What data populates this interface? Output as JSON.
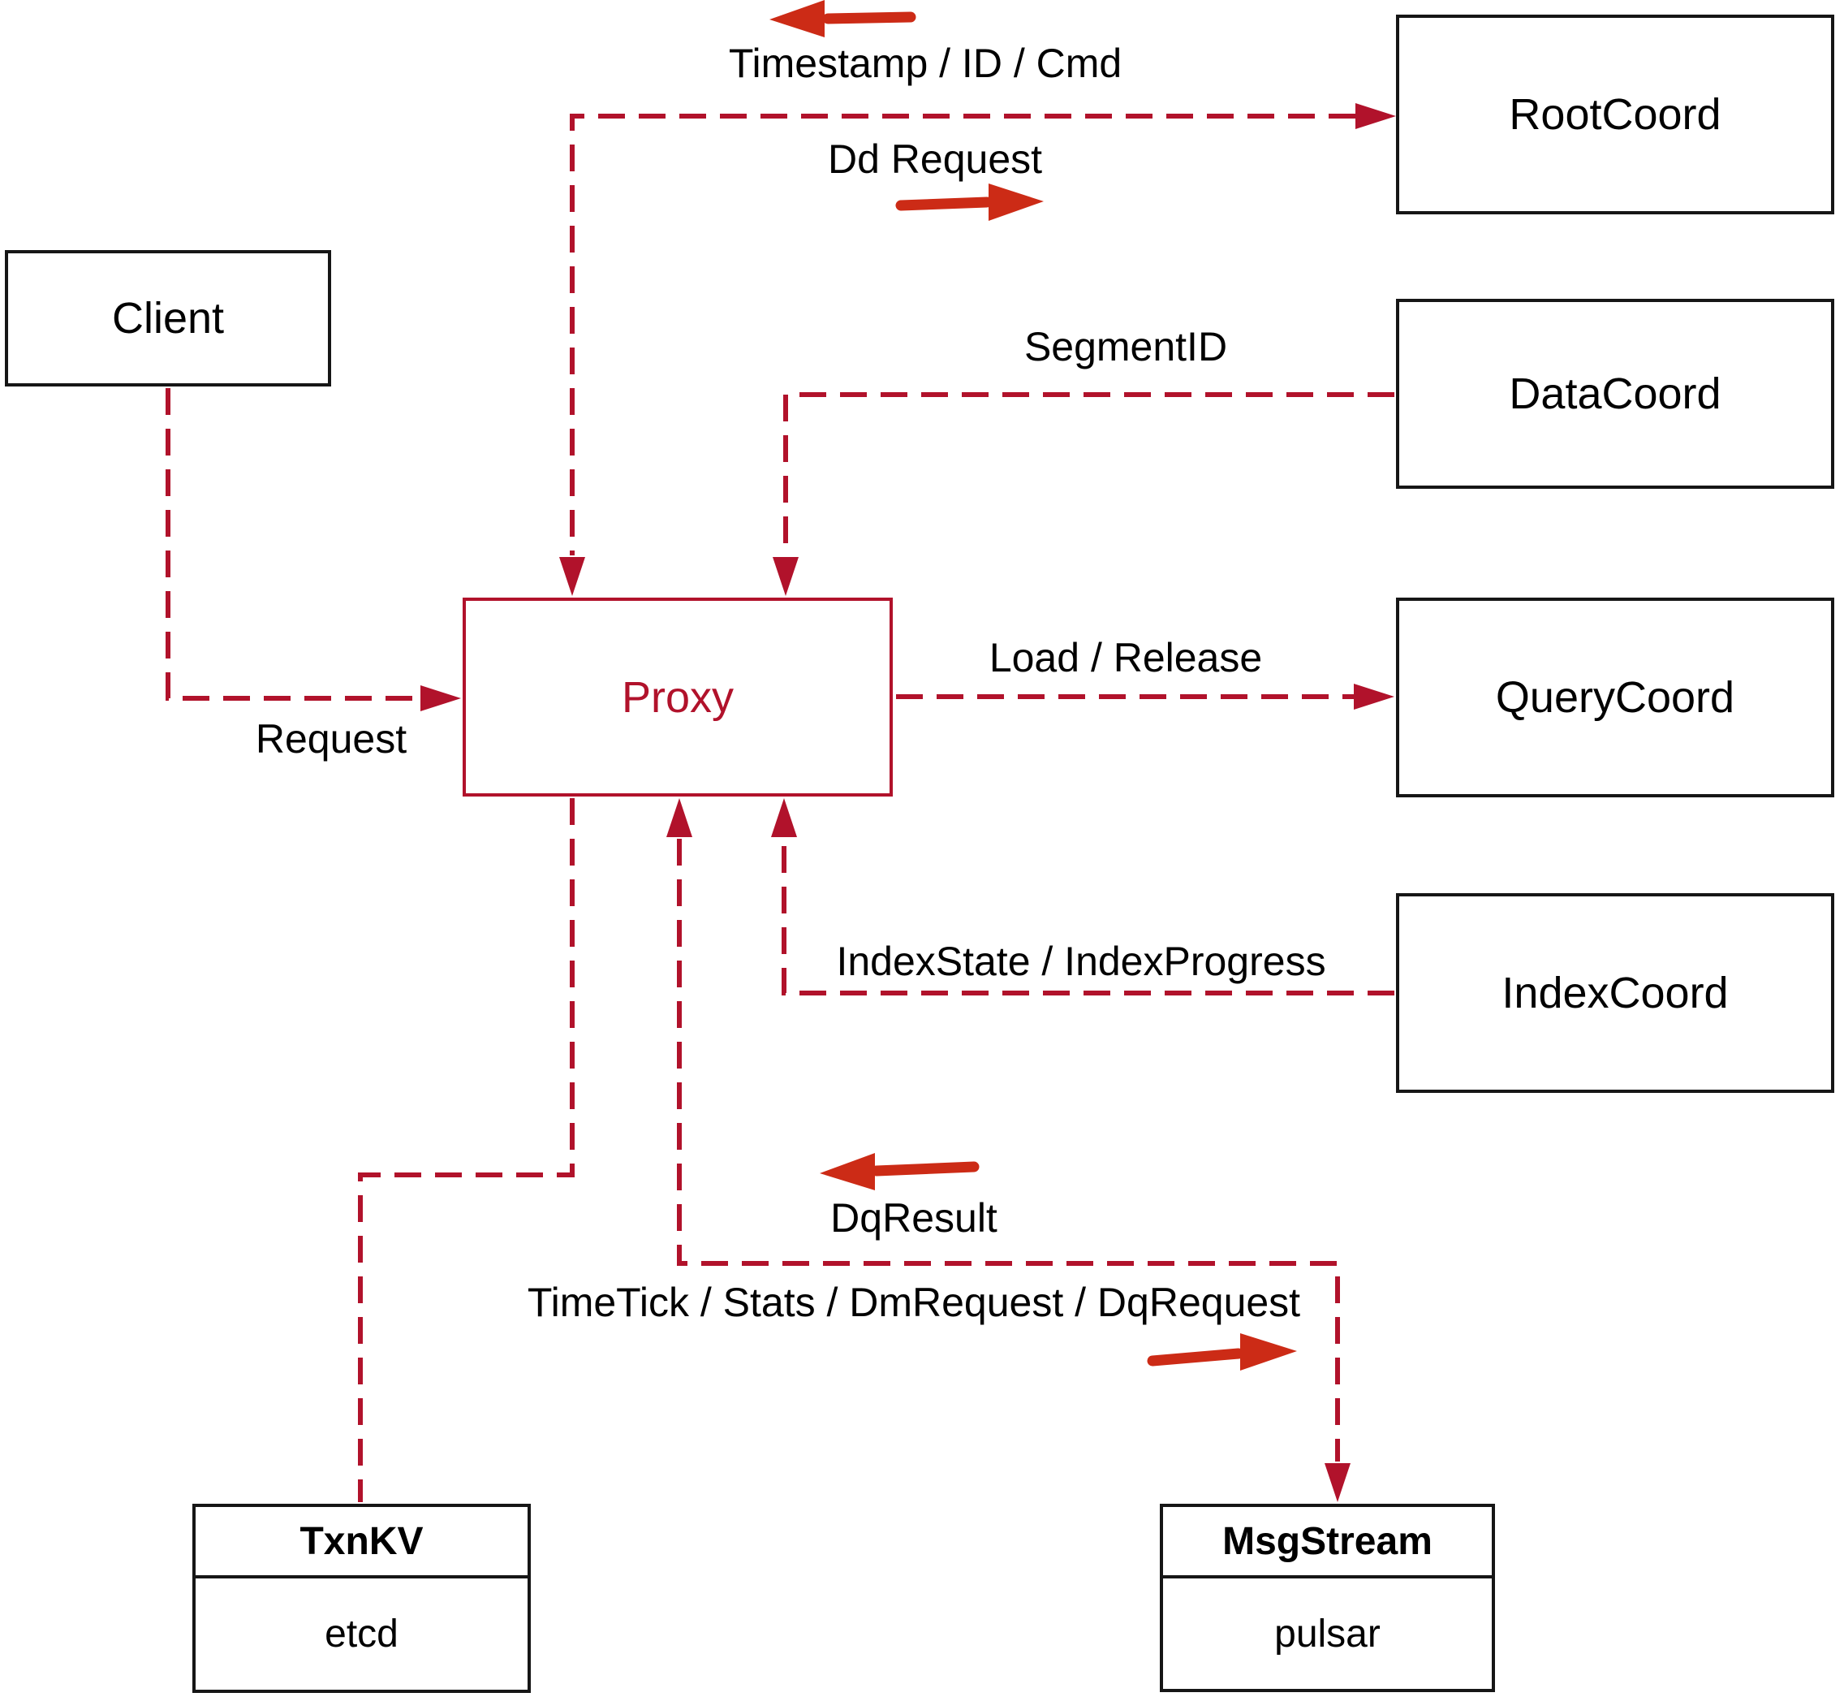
{
  "diagram": {
    "nodes": {
      "client": {
        "label": "Client"
      },
      "proxy": {
        "label": "Proxy"
      },
      "root_coord": {
        "label": "RootCoord"
      },
      "data_coord": {
        "label": "DataCoord"
      },
      "query_coord": {
        "label": "QueryCoord"
      },
      "index_coord": {
        "label": "IndexCoord"
      },
      "txn_kv": {
        "title": "TxnKV",
        "implementation": "etcd"
      },
      "msg_stream": {
        "title": "MsgStream",
        "implementation": "pulsar"
      }
    },
    "edge_labels": {
      "root_coord_messages": "Timestamp / ID / Cmd",
      "dd_request": "Dd Request",
      "segment_id": "SegmentID",
      "load_release": "Load / Release",
      "index_state": "IndexState / IndexProgress",
      "client_request": "Request",
      "dq_result": "DqResult",
      "msg_stream_messages": "TimeTick / Stats / DmRequest / DqRequest"
    },
    "colors": {
      "wire": "#b1122b",
      "solid-arrow": "#cc2b16",
      "border": "#161616",
      "background": "#ffffff",
      "label-text": "#000000"
    }
  }
}
